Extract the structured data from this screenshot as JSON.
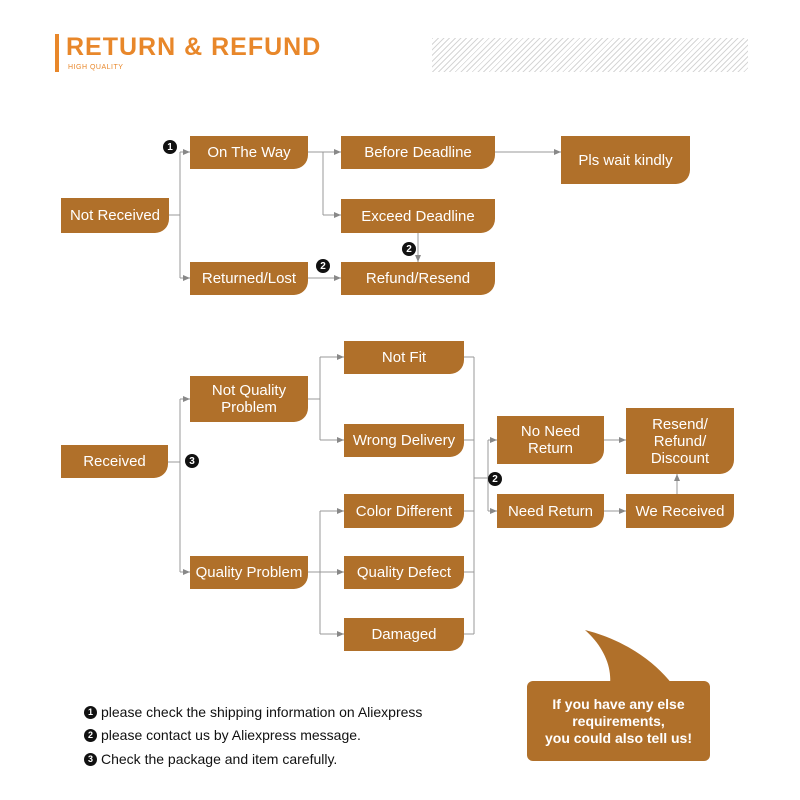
{
  "header": {
    "title": "RETURN & REFUND",
    "subtitle": "HIGH QUALITY"
  },
  "flow1": {
    "not_received": "Not Received",
    "on_the_way": "On The Way",
    "before_deadline": "Before Deadline",
    "pls_wait": "Pls wait kindly",
    "exceed_deadline": "Exceed Deadline",
    "returned_lost": "Returned/Lost",
    "refund_resend": "Refund/Resend"
  },
  "flow2": {
    "received": "Received",
    "not_quality_problem": "Not Quality Problem",
    "not_fit": "Not Fit",
    "wrong_delivery": "Wrong Delivery",
    "quality_problem": "Quality Problem",
    "color_different": "Color Different",
    "quality_defect": "Quality Defect",
    "damaged": "Damaged",
    "no_need_return": "No Need Return",
    "need_return": "Need Return",
    "resend_refund_discount": "Resend/ Refund/ Discount",
    "we_received": "We Received"
  },
  "markers": {
    "one": "1",
    "two": "2",
    "three": "3"
  },
  "notes": [
    {
      "num": "1",
      "text": "please check the shipping information on Aliexpress"
    },
    {
      "num": "2",
      "text": "please contact us by Aliexpress message."
    },
    {
      "num": "3",
      "text": "Check the package and item carefully."
    }
  ],
  "bubble": {
    "line1": "If you have any else",
    "line2": "requirements,",
    "line3": "you could also tell us!"
  },
  "colors": {
    "box": "#b0702a",
    "accent": "#e8872a",
    "line": "#999999"
  }
}
